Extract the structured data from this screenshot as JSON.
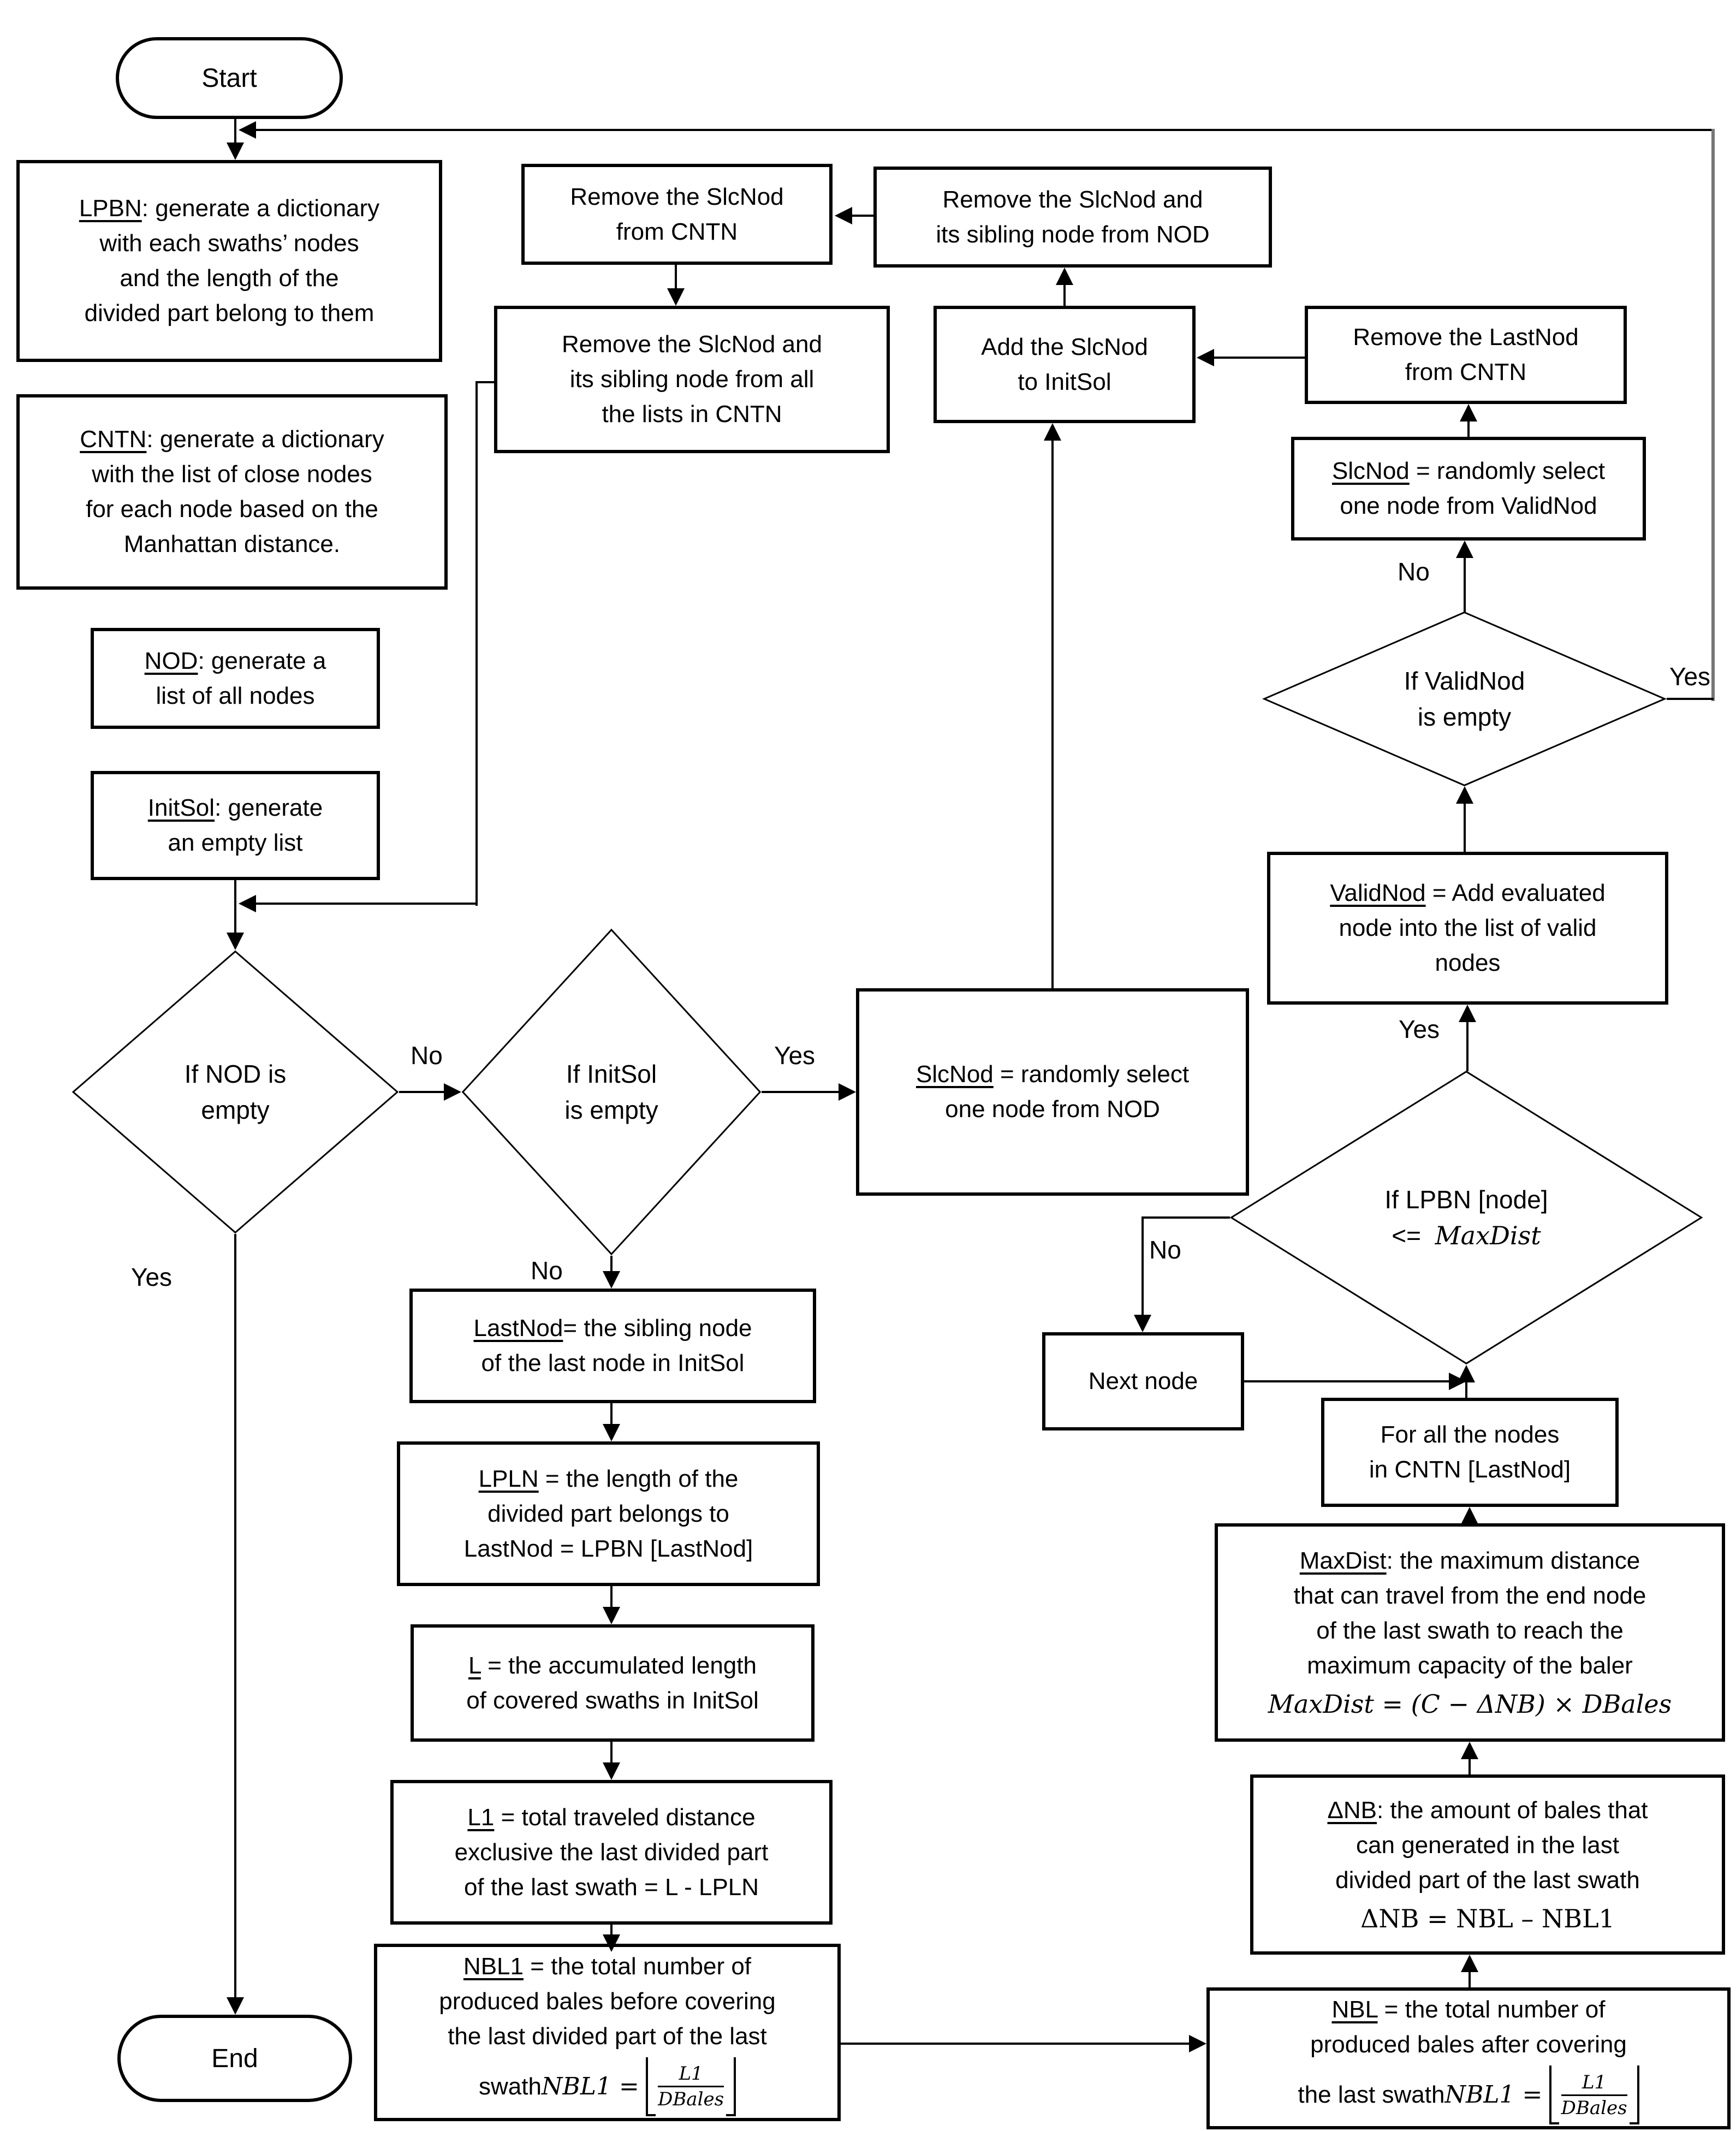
{
  "colors": {
    "line": "#000000",
    "background": "#ffffff",
    "feedback_line": "#777777"
  },
  "terminals": {
    "start": "Start",
    "end": "End"
  },
  "branch_labels": {
    "yes": "Yes",
    "no": "No"
  },
  "process": {
    "lpbn": {
      "kw": "LPBN",
      "text": ": generate a dictionary\nwith each swaths’ nodes\nand the length of the\ndivided part belong to them"
    },
    "cntn": {
      "kw": "CNTN",
      "text": ": generate a dictionary\nwith the list of close nodes\nfor each node based on the\nManhattan distance."
    },
    "nod": {
      "kw": "NOD",
      "text": ": generate a\nlist of all nodes"
    },
    "initsol": {
      "kw": "InitSol",
      "text": ": generate\nan empty list"
    },
    "removeCntn": {
      "kw": "",
      "text": "Remove the SlcNod\nfrom CNTN"
    },
    "removeNod": {
      "kw": "",
      "text": "Remove the SlcNod and\nits sibling node from NOD"
    },
    "removeAll": {
      "kw": "",
      "text": "Remove the SlcNod and\nits sibling node from all\nthe lists in CNTN"
    },
    "addInitSol": {
      "kw": "",
      "text": "Add the SlcNod\nto InitSol"
    },
    "removeLastNod": {
      "kw": "",
      "text": "Remove the LastNod\nfrom CNTN"
    },
    "slcValid": {
      "kw": "SlcNod",
      "text": " = randomly select\none node from ValidNod"
    },
    "validAdd": {
      "kw": "ValidNod",
      "text": " = Add evaluated\nnode into the list of valid\nnodes"
    },
    "slcNod": {
      "kw": "SlcNod",
      "text": " = randomly select\none node from NOD"
    },
    "nextNode": {
      "kw": "",
      "text": "Next node"
    },
    "forAll": {
      "kw": "",
      "text": "For all the nodes\nin CNTN [LastNod]"
    },
    "lastNod": {
      "kw": "LastNod",
      "text": "= the sibling node\nof the last node in InitSol"
    },
    "lpln": {
      "kw": "LPLN",
      "text": " = the length of the\ndivided part belongs to\nLastNod  = LPBN [LastNod]"
    },
    "l": {
      "kw": "L",
      "text": " = the accumulated length\nof covered swaths in InitSol"
    },
    "l1": {
      "kw": "L1",
      "text": " = total traveled distance\nexclusive the last divided part\nof the last swath = L - LPLN"
    },
    "nbl1": {
      "kw": "NBL1",
      "text": " = the total number of\nproduced bales before covering\nthe last divided part of the last"
    },
    "nbl": {
      "kw": "NBL",
      "text": " = the total number of\nproduced bales after covering"
    },
    "maxDist": {
      "kw": "MaxDist",
      "text": ": the maximum distance\nthat can travel from the end node\nof the last swath to reach the\nmaximum capacity of the baler"
    },
    "dnb": {
      "kw": "ΔNB",
      "text": ": the amount of bales that\ncan generated in the last\ndivided part of the last swath"
    }
  },
  "decisions": {
    "nodEmpty": {
      "text": "If NOD is\nempty"
    },
    "initSolEmpty": {
      "text": "If InitSol\nis empty"
    },
    "validEmpty": {
      "text": "If ValidNod\nis empty"
    },
    "lpbnMax": {
      "line1": "If LPBN [node]",
      "line2a": "<=",
      "line2b": "MaxDist"
    }
  },
  "formulas": {
    "maxdist": "MaxDist  =  (C − ΔNB) × DBales",
    "dnb": "ΔNB  =  NBL – NBL1",
    "nbl_prefix": "the last swath ",
    "nbl1_prefix": "swath ",
    "eq": "NBL1 =",
    "num": "L1",
    "den": "DBales"
  }
}
